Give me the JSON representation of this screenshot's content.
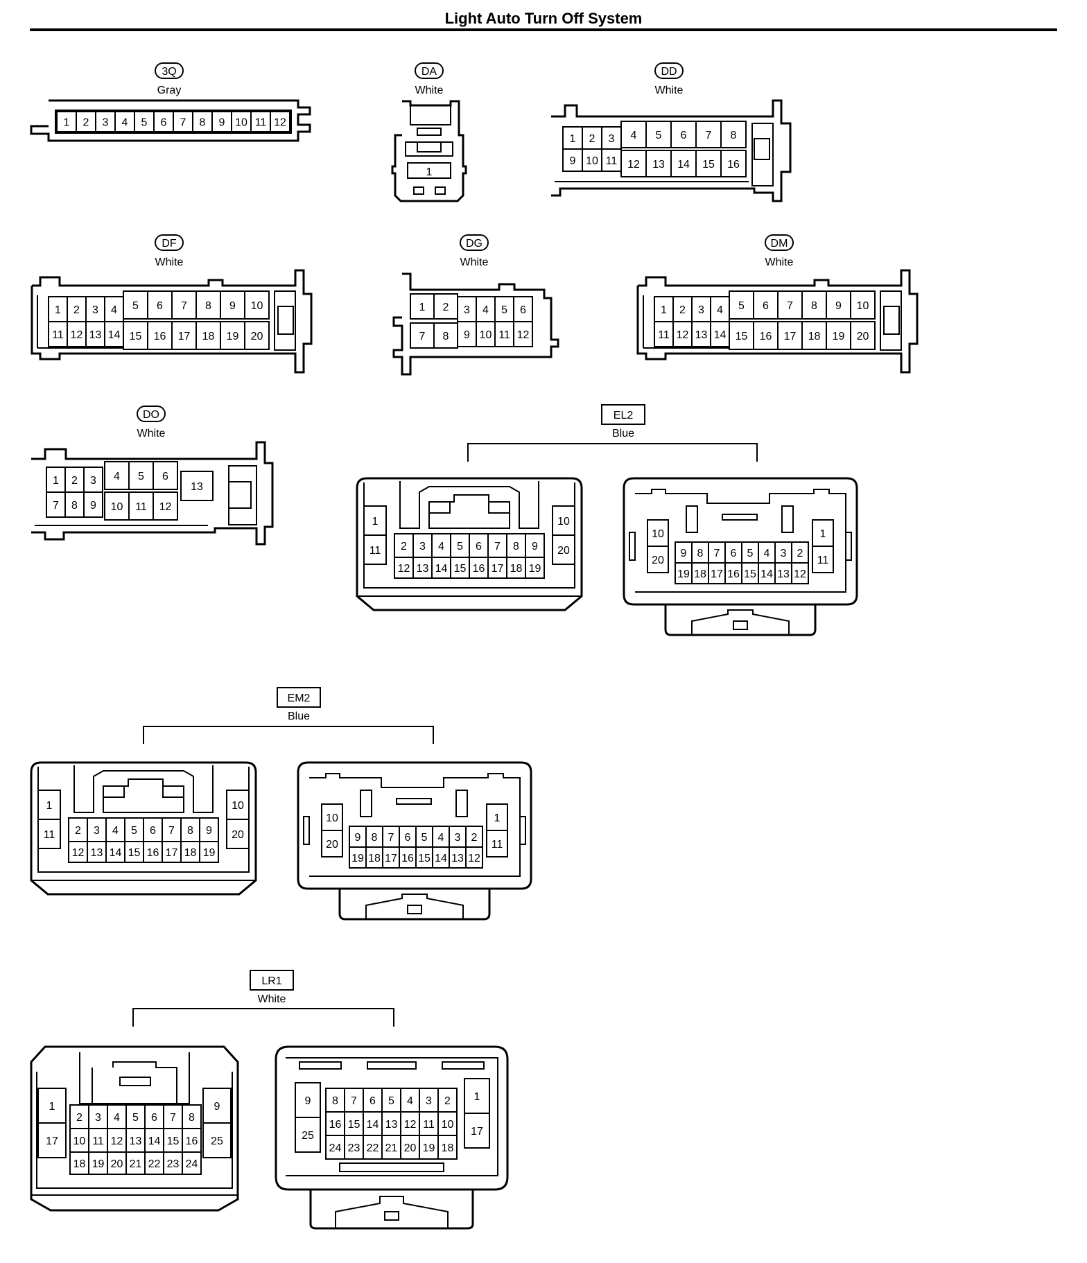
{
  "title": "Light Auto Turn Off System",
  "connectors": {
    "c3q": {
      "code": "3Q",
      "color": "Gray",
      "pins": [
        "1",
        "2",
        "3",
        "4",
        "5",
        "6",
        "7",
        "8",
        "9",
        "10",
        "11",
        "12"
      ]
    },
    "cda": {
      "code": "DA",
      "color": "White",
      "pins": [
        "1"
      ]
    },
    "cdd": {
      "code": "DD",
      "color": "White",
      "pins": [
        "1",
        "2",
        "3",
        "4",
        "5",
        "6",
        "7",
        "8",
        "9",
        "10",
        "11",
        "12",
        "13",
        "14",
        "15",
        "16"
      ]
    },
    "cdf": {
      "code": "DF",
      "color": "White",
      "pins": [
        "1",
        "2",
        "3",
        "4",
        "5",
        "6",
        "7",
        "8",
        "9",
        "10",
        "11",
        "12",
        "13",
        "14",
        "15",
        "16",
        "17",
        "18",
        "19",
        "20"
      ]
    },
    "cdg": {
      "code": "DG",
      "color": "White",
      "pins": [
        "1",
        "2",
        "3",
        "4",
        "5",
        "6",
        "7",
        "8",
        "9",
        "10",
        "11",
        "12"
      ]
    },
    "cdm": {
      "code": "DM",
      "color": "White",
      "pins": [
        "1",
        "2",
        "3",
        "4",
        "5",
        "6",
        "7",
        "8",
        "9",
        "10",
        "11",
        "12",
        "13",
        "14",
        "15",
        "16",
        "17",
        "18",
        "19",
        "20"
      ]
    },
    "cdo": {
      "code": "DO",
      "color": "White",
      "pins": [
        "1",
        "2",
        "3",
        "4",
        "5",
        "6",
        "7",
        "8",
        "9",
        "10",
        "11",
        "12",
        "13"
      ]
    },
    "cel2": {
      "code": "EL2",
      "color": "Blue",
      "pins": [
        "1",
        "2",
        "3",
        "4",
        "5",
        "6",
        "7",
        "8",
        "9",
        "10",
        "11",
        "12",
        "13",
        "14",
        "15",
        "16",
        "17",
        "18",
        "19",
        "20"
      ]
    },
    "cem2": {
      "code": "EM2",
      "color": "Blue",
      "pins": [
        "1",
        "2",
        "3",
        "4",
        "5",
        "6",
        "7",
        "8",
        "9",
        "10",
        "11",
        "12",
        "13",
        "14",
        "15",
        "16",
        "17",
        "18",
        "19",
        "20"
      ]
    },
    "clr1": {
      "code": "LR1",
      "color": "White",
      "pins": [
        "1",
        "2",
        "3",
        "4",
        "5",
        "6",
        "7",
        "8",
        "9",
        "10",
        "11",
        "12",
        "13",
        "14",
        "15",
        "16",
        "17",
        "18",
        "19",
        "20",
        "21",
        "22",
        "23",
        "24",
        "25"
      ]
    }
  }
}
